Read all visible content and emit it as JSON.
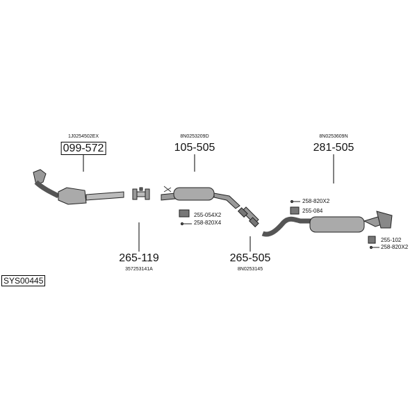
{
  "parts": {
    "downpipe": {
      "oe": "1J0254502EX",
      "number": "099-572"
    },
    "middle_muffler": {
      "oe": "8N0253209D",
      "number": "105-505"
    },
    "rear_muffler": {
      "oe": "8N0253609N",
      "number": "281-505"
    },
    "front_clamp": {
      "oe": "357253141A",
      "number": "265-119"
    },
    "rear_clamp": {
      "oe": "8N0253145",
      "number": "265-505"
    }
  },
  "accessories": {
    "mid_rubber": "255-054X2",
    "mid_bolt": "258-820X4",
    "rear_bolt_top": "258-820X2",
    "rear_rubber_top": "255-084",
    "rear_rubber_bottom": "255-102",
    "rear_bolt_bottom": "258-820X2"
  },
  "system_code": "SYS00445"
}
